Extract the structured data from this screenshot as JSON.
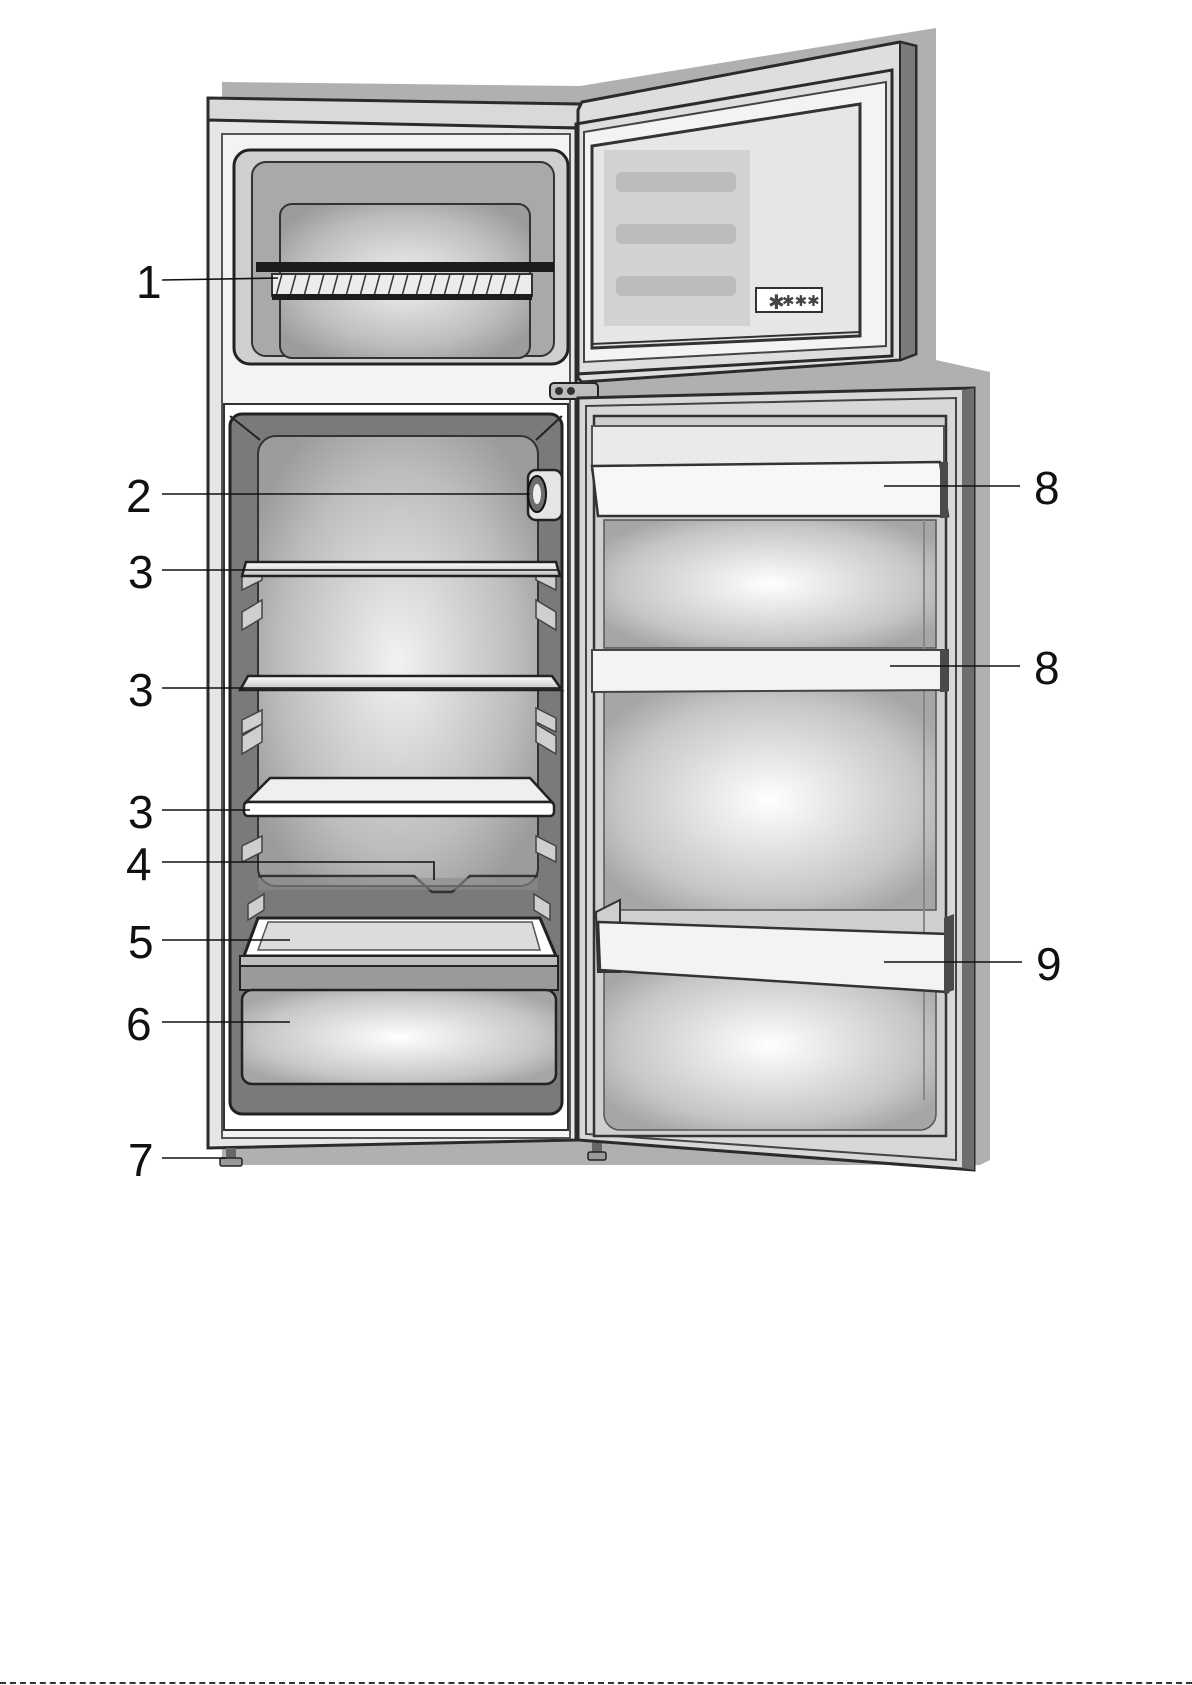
{
  "colors": {
    "shadow": "#a9a9a9",
    "cabinet_outline": "#2b2b2b",
    "liner": "#d4d4d4",
    "liner_dark": "#8a8a8a",
    "glass": "#efefef",
    "label_text": "#111111"
  },
  "labels": [
    {
      "id": "freezer-shelf",
      "number": "1"
    },
    {
      "id": "thermostat",
      "number": "2"
    },
    {
      "id": "fridge-shelf-top",
      "number": "3"
    },
    {
      "id": "fridge-shelf-middle",
      "number": "3"
    },
    {
      "id": "fridge-shelf-bottom",
      "number": "3"
    },
    {
      "id": "water-channel",
      "number": "4"
    },
    {
      "id": "crisper-cover",
      "number": "5"
    },
    {
      "id": "crisper",
      "number": "6"
    },
    {
      "id": "adjustable-foot",
      "number": "7"
    },
    {
      "id": "door-shelf-top",
      "number": "8"
    },
    {
      "id": "door-shelf-middle",
      "number": "8"
    },
    {
      "id": "door-bottle-shelf",
      "number": "9"
    }
  ],
  "freezer_badge": {
    "symbol": "✱",
    "stars": "✱✱✱"
  }
}
